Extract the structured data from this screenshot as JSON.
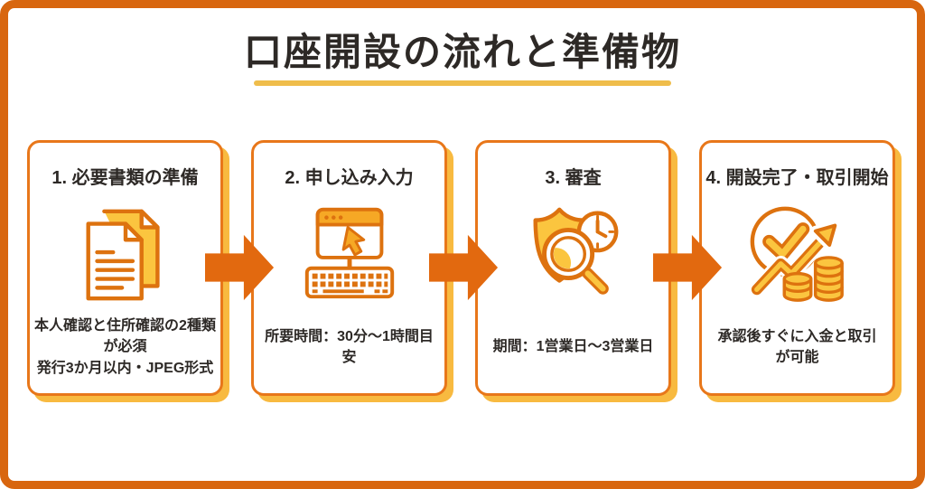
{
  "colors": {
    "frame_orange": "#D8660F",
    "arrow_orange": "#E2690F",
    "card_border": "#E8771A",
    "card_shadow": "#F8BA40",
    "icon_stroke": "#DD720F",
    "icon_yellow": "#FBC53F",
    "icon_amber": "#F6A825",
    "underline_yellow": "#EFBD4B",
    "text_dark": "#2D2926",
    "background": "#FFFFFF"
  },
  "header": {
    "title": "口座開設の流れと準備物"
  },
  "steps": [
    {
      "title": "1. 必要書類の準備",
      "icon": "documents-icon",
      "description": "本人確認と住所確認の2種類\nが必須\n発行3か月以内・JPEG形式"
    },
    {
      "title": "2. 申し込み入力",
      "icon": "computer-input-icon",
      "description": "所要時間：30分〜1時間目安"
    },
    {
      "title": "3. 審査",
      "icon": "shield-magnifier-clock-icon",
      "description": "期間：1営業日〜3営業日"
    },
    {
      "title": "4. 開設完了・取引開始",
      "icon": "check-growth-coins-icon",
      "description": "承認後すぐに入金と取引\nが可能"
    }
  ],
  "connectors": [
    "arrow-right",
    "arrow-right",
    "arrow-right"
  ]
}
